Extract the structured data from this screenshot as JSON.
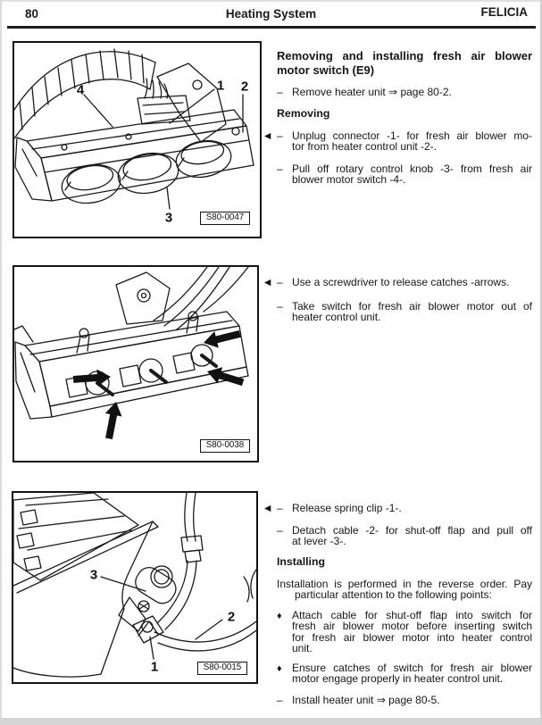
{
  "header": {
    "page_number": "80",
    "title": "Heating System",
    "brand": "FELICIA"
  },
  "glyphs": {
    "pointer": "◀",
    "dash": "–",
    "diamond": "♦"
  },
  "figures": {
    "fig1": {
      "code": "S80-0047",
      "callout_1": "1",
      "callout_2": "2",
      "callout_3": "3",
      "callout_4": "4"
    },
    "fig2": {
      "code": "S80-0038"
    },
    "fig3": {
      "code": "S80-0015",
      "callout_1": "1",
      "callout_2": "2",
      "callout_3": "3"
    }
  },
  "content": {
    "heading_l1": "Removing and installing fresh air blower",
    "heading_l2": "motor switch (E9)",
    "remove_heater": "Remove heater unit ⇒ page 80-2.",
    "removing_heading": "Removing",
    "unplug_l1": "Unplug connector -1- for fresh air blower mo-",
    "unplug_l2": "tor from heater control unit -2-.",
    "pull_l1": "Pull off rotary control knob -3- from fresh air",
    "pull_l2": "blower motor switch -4-.",
    "screwdriver": "Use a screwdriver to release catches -arrows.",
    "take_l1": "Take switch for fresh air blower motor out of",
    "take_l2": "heater control unit.",
    "release_clip": "Release spring clip -1-.",
    "detach_l1": "Detach cable -2- for shut-off flap and pull off",
    "detach_l2": "at lever -3-.",
    "installing_heading": "Installing",
    "reverse_l1": "Installation is performed in the reverse order. Pay",
    "reverse_l2": "particular attention to the following points:",
    "attach_l1": "Attach cable for shut-off flap into switch for",
    "attach_l2": "fresh air blower motor before inserting switch",
    "attach_l3": "for fresh air blower motor into heater control",
    "attach_l4": "unit.",
    "ensure_l1": "Ensure catches of switch for fresh air blower",
    "ensure_l2": "motor engage properly in heater control unit.",
    "install_heater": "Install heater unit ⇒ page 80-5."
  }
}
